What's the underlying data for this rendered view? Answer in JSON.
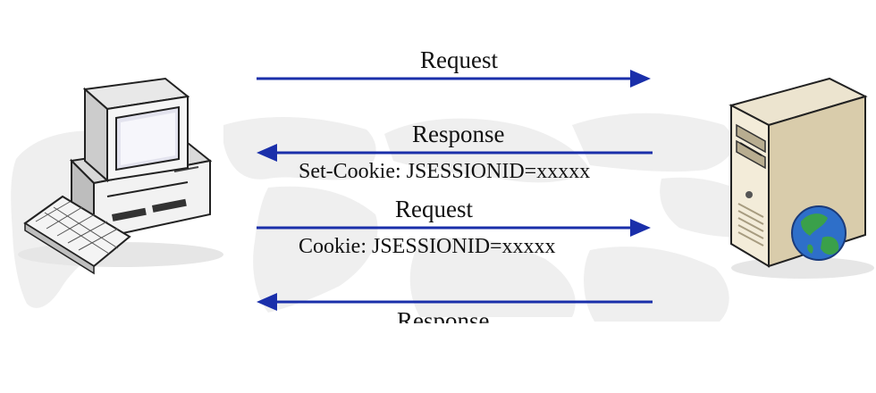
{
  "diagram": {
    "arrows": [
      {
        "label": "Request",
        "direction": "right"
      },
      {
        "label": "Response",
        "sublabel": "Set-Cookie: JSESSIONID=xxxxx",
        "direction": "left"
      },
      {
        "label": "Request",
        "sublabel": "Cookie: JSESSIONID=xxxxx",
        "direction": "right"
      },
      {
        "label": "Response",
        "direction": "left"
      }
    ],
    "icons": {
      "client": "desktop-computer-icon",
      "server": "web-server-icon"
    },
    "colors": {
      "arrow": "#1a2faa",
      "map": "#ececec"
    }
  }
}
